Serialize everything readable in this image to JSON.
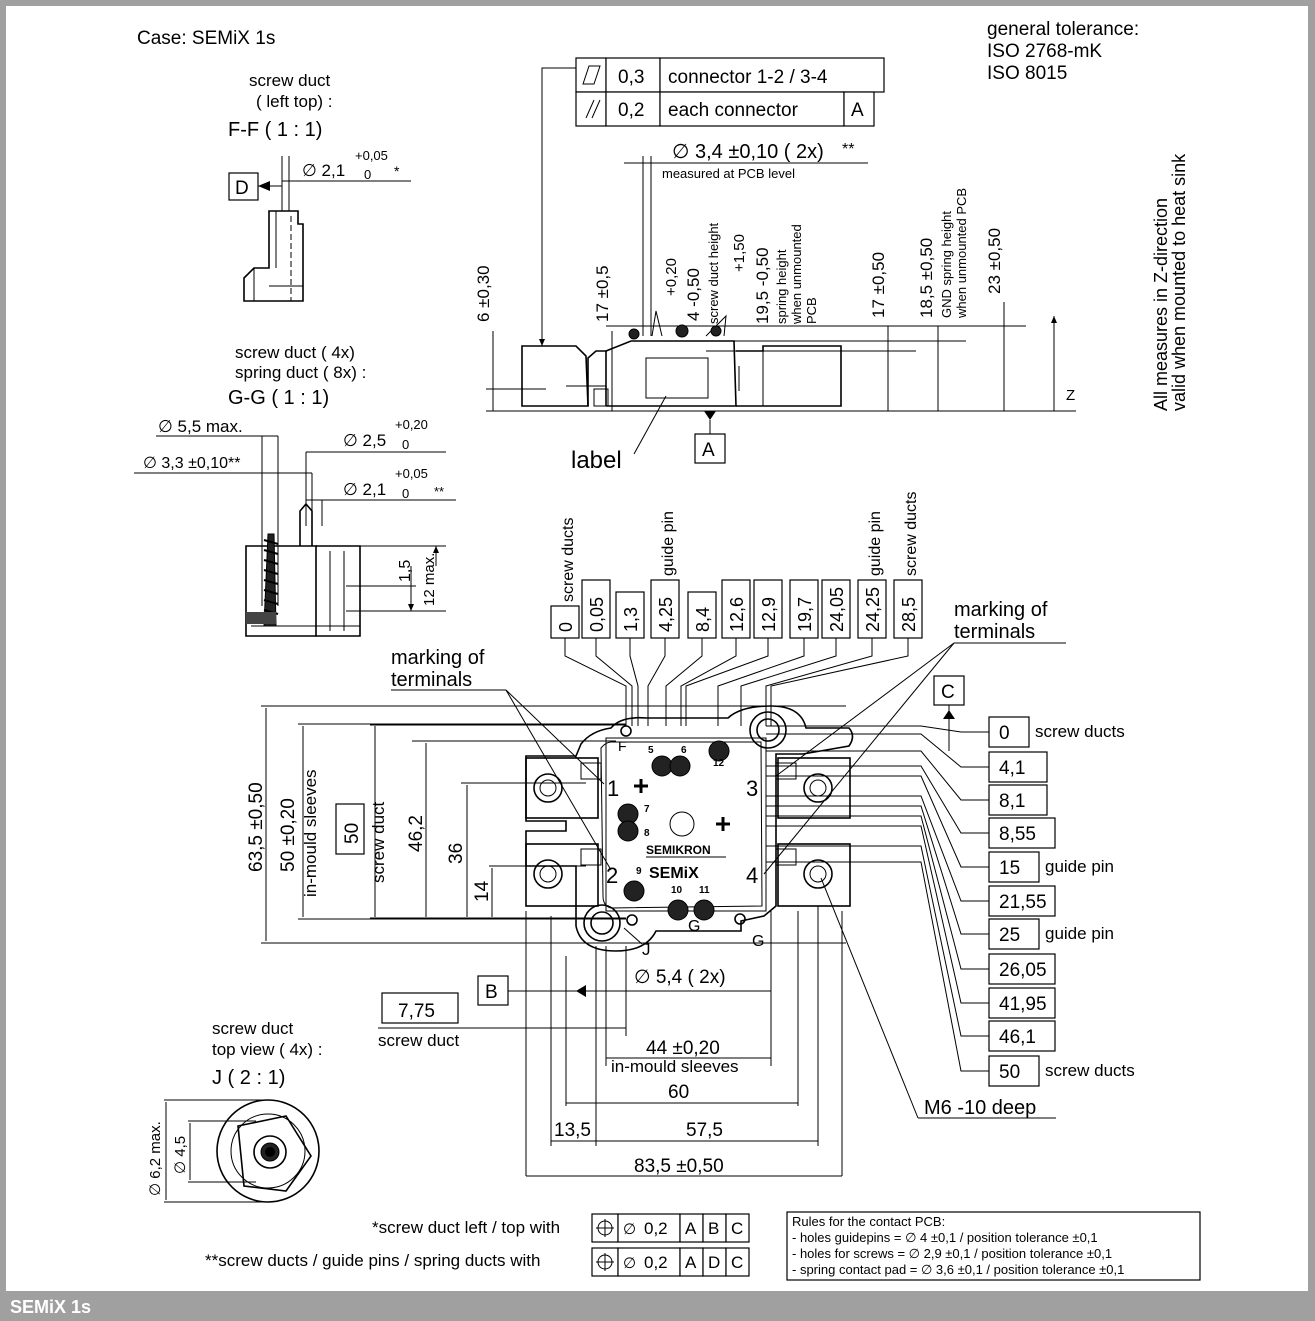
{
  "case_label": "Case: SEMiX 1s",
  "tolerance": {
    "title": "general tolerance:",
    "std1": "ISO 2768-mK",
    "std2": "ISO 8015",
    "z_note1": "All measures in Z-direction",
    "z_note2": "valid when mounted to heat sink"
  },
  "footer_title": "SEMiX 1s",
  "view_ff": {
    "t1": "screw duct",
    "t2": "( left top)  :",
    "t3": "F-F    ( 1 : 1)",
    "tol_plus": "+0,05",
    "dia": "∅ 2,1",
    "tol_zero": "0",
    "star": "*",
    "ref": "D"
  },
  "view_gg": {
    "t1": "screw duct  ( 4x)",
    "t2": "spring duct  ( 8x)   :",
    "t3": "G-G    ( 1 : 1)",
    "d1": "∅ 5,5 max.",
    "d2": "∅ 2,5",
    "d2_plus": "+0,20",
    "d2_zero": "0",
    "d3": "∅ 3,3 ±0,10**",
    "d4": "∅ 2,1",
    "d4_plus": "+0,05",
    "d4_zero": "0",
    "d4_star": "**",
    "h1": "1,5",
    "h2": "12 max."
  },
  "view_j": {
    "t1": "screw duct",
    "t2": "top view  ( 4x)   :",
    "t3": "J    ( 2 : 1)",
    "d1": "∅ 6,2 max.",
    "d2": "∅ 4,5"
  },
  "side_view": {
    "fc1_val": "0,3",
    "fc1_text": "connector 1-2 / 3-4",
    "fc2_val": "0,2",
    "fc2_text": "each connector",
    "fc2_ref": "A",
    "dia": "∅ 3,4 ±0,10  ( 2x)",
    "dia_star": "**",
    "measured": "measured at PCB level",
    "v1": "6 ±0,30",
    "v2": "17 ±0,5",
    "v3a": "+0,20",
    "v3b": "4  -0,50",
    "v3c": "screw duct height",
    "v4a": "+1,50",
    "v4b": "19,5  -0,50",
    "v4c": "spring height",
    "v4d": "when unmounted",
    "v4e": "PCB",
    "v5": "17 ±0,50",
    "v6": "18,5 ±0,50",
    "v6c": "GND spring height",
    "v6d": "when unmounted PCB",
    "v7": "23 ±0,50",
    "z": "Z",
    "label": "label",
    "ref_a": "A"
  },
  "top_dims": [
    {
      "value": "0",
      "note": "screw ducts"
    },
    {
      "value": "0,05",
      "note": ""
    },
    {
      "value": "1,3",
      "note": ""
    },
    {
      "value": "4,25",
      "note": "guide pin"
    },
    {
      "value": "8,4",
      "note": ""
    },
    {
      "value": "12,6",
      "note": ""
    },
    {
      "value": "12,9",
      "note": ""
    },
    {
      "value": "19,7",
      "note": ""
    },
    {
      "value": "24,05",
      "note": ""
    },
    {
      "value": "24,25",
      "note": "guide pin"
    },
    {
      "value": "28,5",
      "note": "screw ducts"
    }
  ],
  "right_dims": [
    {
      "value": "0",
      "note": "screw ducts"
    },
    {
      "value": "4,1",
      "note": ""
    },
    {
      "value": "8,1",
      "note": ""
    },
    {
      "value": "8,55",
      "note": ""
    },
    {
      "value": "15",
      "note": "guide pin"
    },
    {
      "value": "21,55",
      "note": ""
    },
    {
      "value": "25",
      "note": "guide pin"
    },
    {
      "value": "26,05",
      "note": ""
    },
    {
      "value": "41,95",
      "note": ""
    },
    {
      "value": "46,1",
      "note": ""
    },
    {
      "value": "50",
      "note": "screw ducts"
    }
  ],
  "main": {
    "marking_left1": "marking of",
    "marking_left2": "terminals",
    "marking_right1": "marking of",
    "marking_right2": "terminals",
    "ref_c": "C",
    "ref_b": "B",
    "d_635": "63,5 ±0,50",
    "d_50": "50 ±0,20",
    "d_50_note": "in-mould sleeves",
    "d_50box": "50",
    "d_50box_note": "screw duct",
    "d_462": "46,2",
    "d_36": "36",
    "d_14": "14",
    "t1": "1",
    "t2": "2",
    "t3": "3",
    "t4": "4",
    "p5": "5",
    "p6": "6",
    "p7": "7",
    "p8": "8",
    "p9": "9",
    "p10": "10",
    "p11": "11",
    "p12": "12",
    "f": "F",
    "g1": "G",
    "g2": "G",
    "j": "J",
    "logo": "SEMIKRON",
    "brand": "SEMiX",
    "dia54": "∅ 5,4  ( 2x)",
    "d775": "7,75",
    "d775_note": "screw duct",
    "d44": "44 ±0,20",
    "d44_note": "in-mould sleeves",
    "d60": "60",
    "d135": "13,5",
    "d575": "57,5",
    "d835": "83,5 ±0,50",
    "m6": "M6 -10 deep"
  },
  "notes": {
    "n1": "*screw duct left / top with",
    "n2": "**screw ducts / guide pins / spring ducts with",
    "fc_val": "0,2",
    "fc1_refs": [
      "A",
      "B",
      "C"
    ],
    "fc2_refs": [
      "A",
      "D",
      "C"
    ],
    "rules_title": "Rules for the contact PCB:",
    "rule1": "- holes guidepins  =  ∅ 4 ±0,1 / position tolerance ±0,1",
    "rule2": "- holes for screws =  ∅ 2,9 ±0,1 / position tolerance ±0,1",
    "rule3": "- spring contact pad  =  ∅ 3,6 ±0,1 / position tolerance  ±0,1"
  }
}
